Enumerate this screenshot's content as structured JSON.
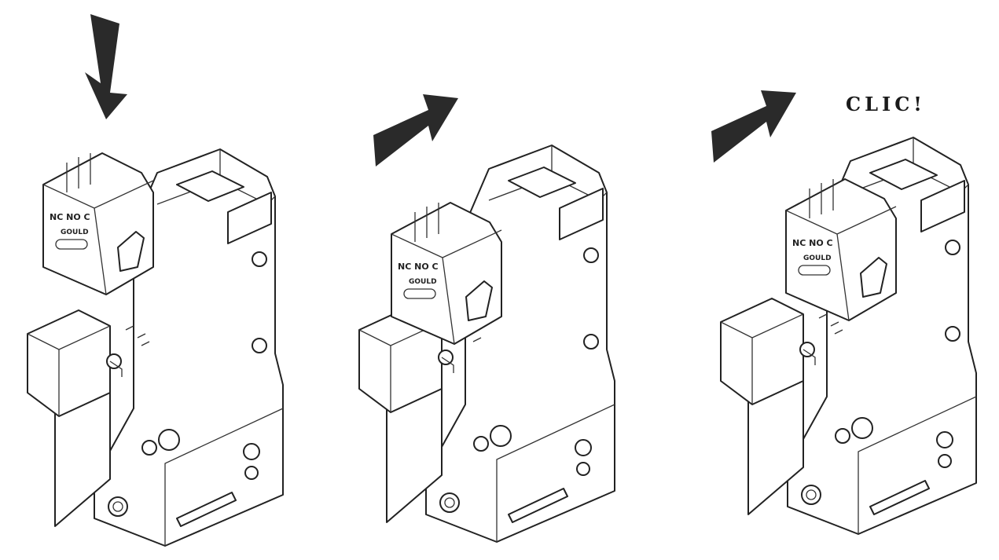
{
  "steps": [
    {
      "arrow": "arrow-down-icon"
    },
    {
      "arrow": "arrow-up-right-icon"
    },
    {
      "arrow": "arrow-up-right-icon",
      "caption": "CLIC!"
    }
  ],
  "module_label": {
    "terminals": "NC NO C",
    "logo": "GOULD"
  },
  "colors": {
    "line": "#222222",
    "arrow": "#2a2a2a",
    "background": "#ffffff"
  }
}
